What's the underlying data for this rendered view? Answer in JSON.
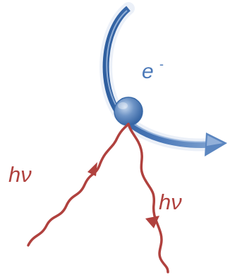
{
  "labels": {
    "electron_symbol": "e",
    "electron_charge": "-",
    "photon_in": "hν",
    "photon_out": "hν"
  },
  "colors": {
    "electron_path": "#4a78b8",
    "electron_path_light": "#a9c2e4",
    "electron_label": "#4a78b8",
    "nucleus": "#4a78b8",
    "nucleus_light": "#a9c2e4",
    "photon_wave": "#b0413e",
    "photon_label": "#b0413e"
  },
  "icons": {
    "nucleus": "sphere",
    "electron_path": "curved-arrow",
    "photon_in": "wavy-arrow",
    "photon_out": "wavy-arrow"
  }
}
